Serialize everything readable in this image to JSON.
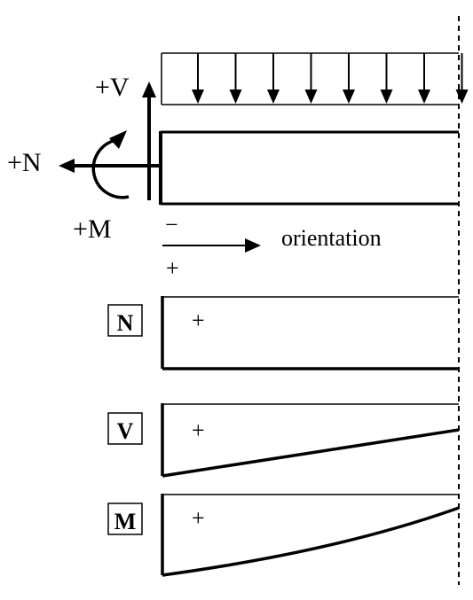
{
  "colors": {
    "ink": "#000000",
    "background": "#ffffff"
  },
  "labels": {
    "shear": "+V",
    "normal": "+N",
    "moment": "+M",
    "minus": "−",
    "plus": "+",
    "orientation": "orientation"
  },
  "diagrams": [
    {
      "id": "N",
      "label": "N",
      "sign": "+"
    },
    {
      "id": "V",
      "label": "V",
      "sign": "+"
    },
    {
      "id": "M",
      "label": "M",
      "sign": "+"
    }
  ],
  "load": {
    "arrow_count": 8,
    "direction": "down"
  },
  "icons": {
    "shear_arrow": "arrow-up-icon",
    "normal_arrow": "arrow-left-icon",
    "moment_arrow": "curved-arrow-icon",
    "orientation_arrow": "arrow-right-icon"
  }
}
